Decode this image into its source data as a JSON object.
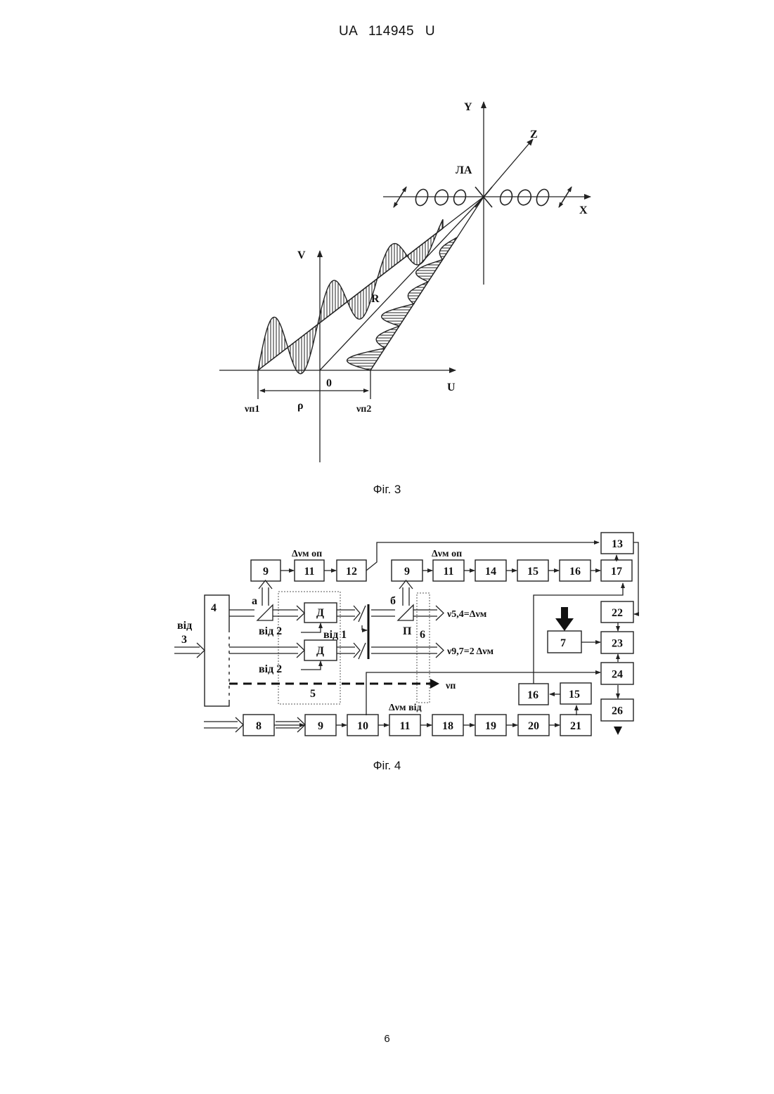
{
  "header": {
    "doc_id": "UA 114945 U"
  },
  "fig3": {
    "caption": "Фіг. 3",
    "labels": {
      "y": "Y",
      "z": "Z",
      "x": "X",
      "la": "ЛА",
      "v": "V",
      "u": "U",
      "r": "R",
      "zero": "0",
      "rho": "ρ",
      "vn1": "νп1",
      "vn2": "νп2"
    }
  },
  "fig4": {
    "caption": "Фіг. 4",
    "top_row_a": [
      "9",
      "11",
      "12"
    ],
    "top_row_b": [
      "9",
      "11",
      "14",
      "15",
      "16",
      "17"
    ],
    "bottom_row": [
      "8",
      "9",
      "10",
      "11",
      "18",
      "19",
      "20",
      "21"
    ],
    "right_column": [
      "13",
      "22",
      "23",
      "24",
      "26"
    ],
    "misc_blocks": {
      "b4": "4",
      "b7": "7",
      "b16": "16",
      "b15": "15",
      "b5": "5",
      "b6": "6"
    },
    "detector_label": "Д",
    "labels": {
      "vid3_line1": "від",
      "vid3_line2": "3",
      "a": "а",
      "b": "б",
      "vid2_top": "від 2",
      "vid1": "від 1",
      "vid2_bottom": "від 2",
      "p": "П",
      "dv_m_op_1": "Δνм оп",
      "dv_m_op_2": "Δνм оп",
      "dv_m_vid": "Δνм від",
      "nu54": "ν5,4=Δνм",
      "nu97": "ν9,7=2 Δνм",
      "nun": "νп"
    }
  },
  "page_number": "6"
}
